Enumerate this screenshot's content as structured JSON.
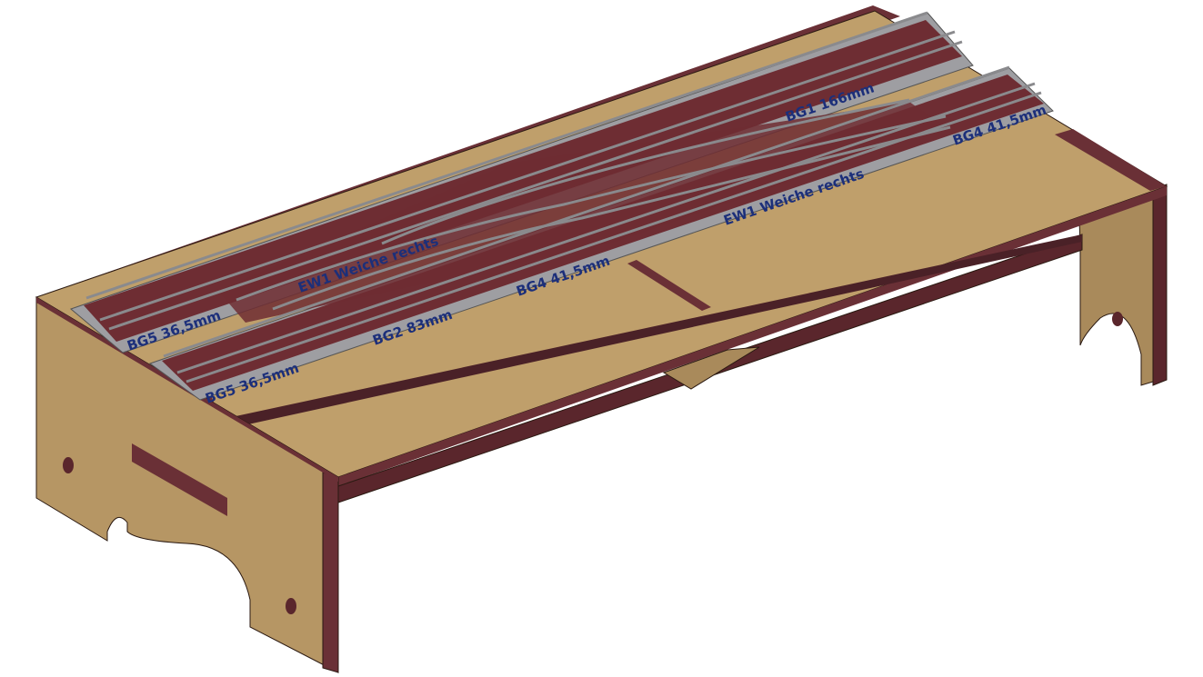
{
  "colors": {
    "board_top": "#bf9f6b",
    "board_side": "#a98a5b",
    "board_front": "#b69664",
    "edge": "#6a3036",
    "edge_dark": "#4a2127",
    "ballast": "#9e9ea2",
    "sleeper": "#6e2d33",
    "rail": "#8a8a8d",
    "label": "#1c2f7a"
  },
  "labels": {
    "bg5_back": "BG5 36,5mm",
    "bg5_front": "BG5 36,5mm",
    "ew1_left": "EW1 Weiche rechts",
    "bg2": "BG2 83mm",
    "bg4_mid": "BG4 41,5mm",
    "bg1": "BG1 166mm",
    "ew1_right": "EW1 Weiche rechts",
    "bg4_right": "BG4 41,5mm"
  }
}
